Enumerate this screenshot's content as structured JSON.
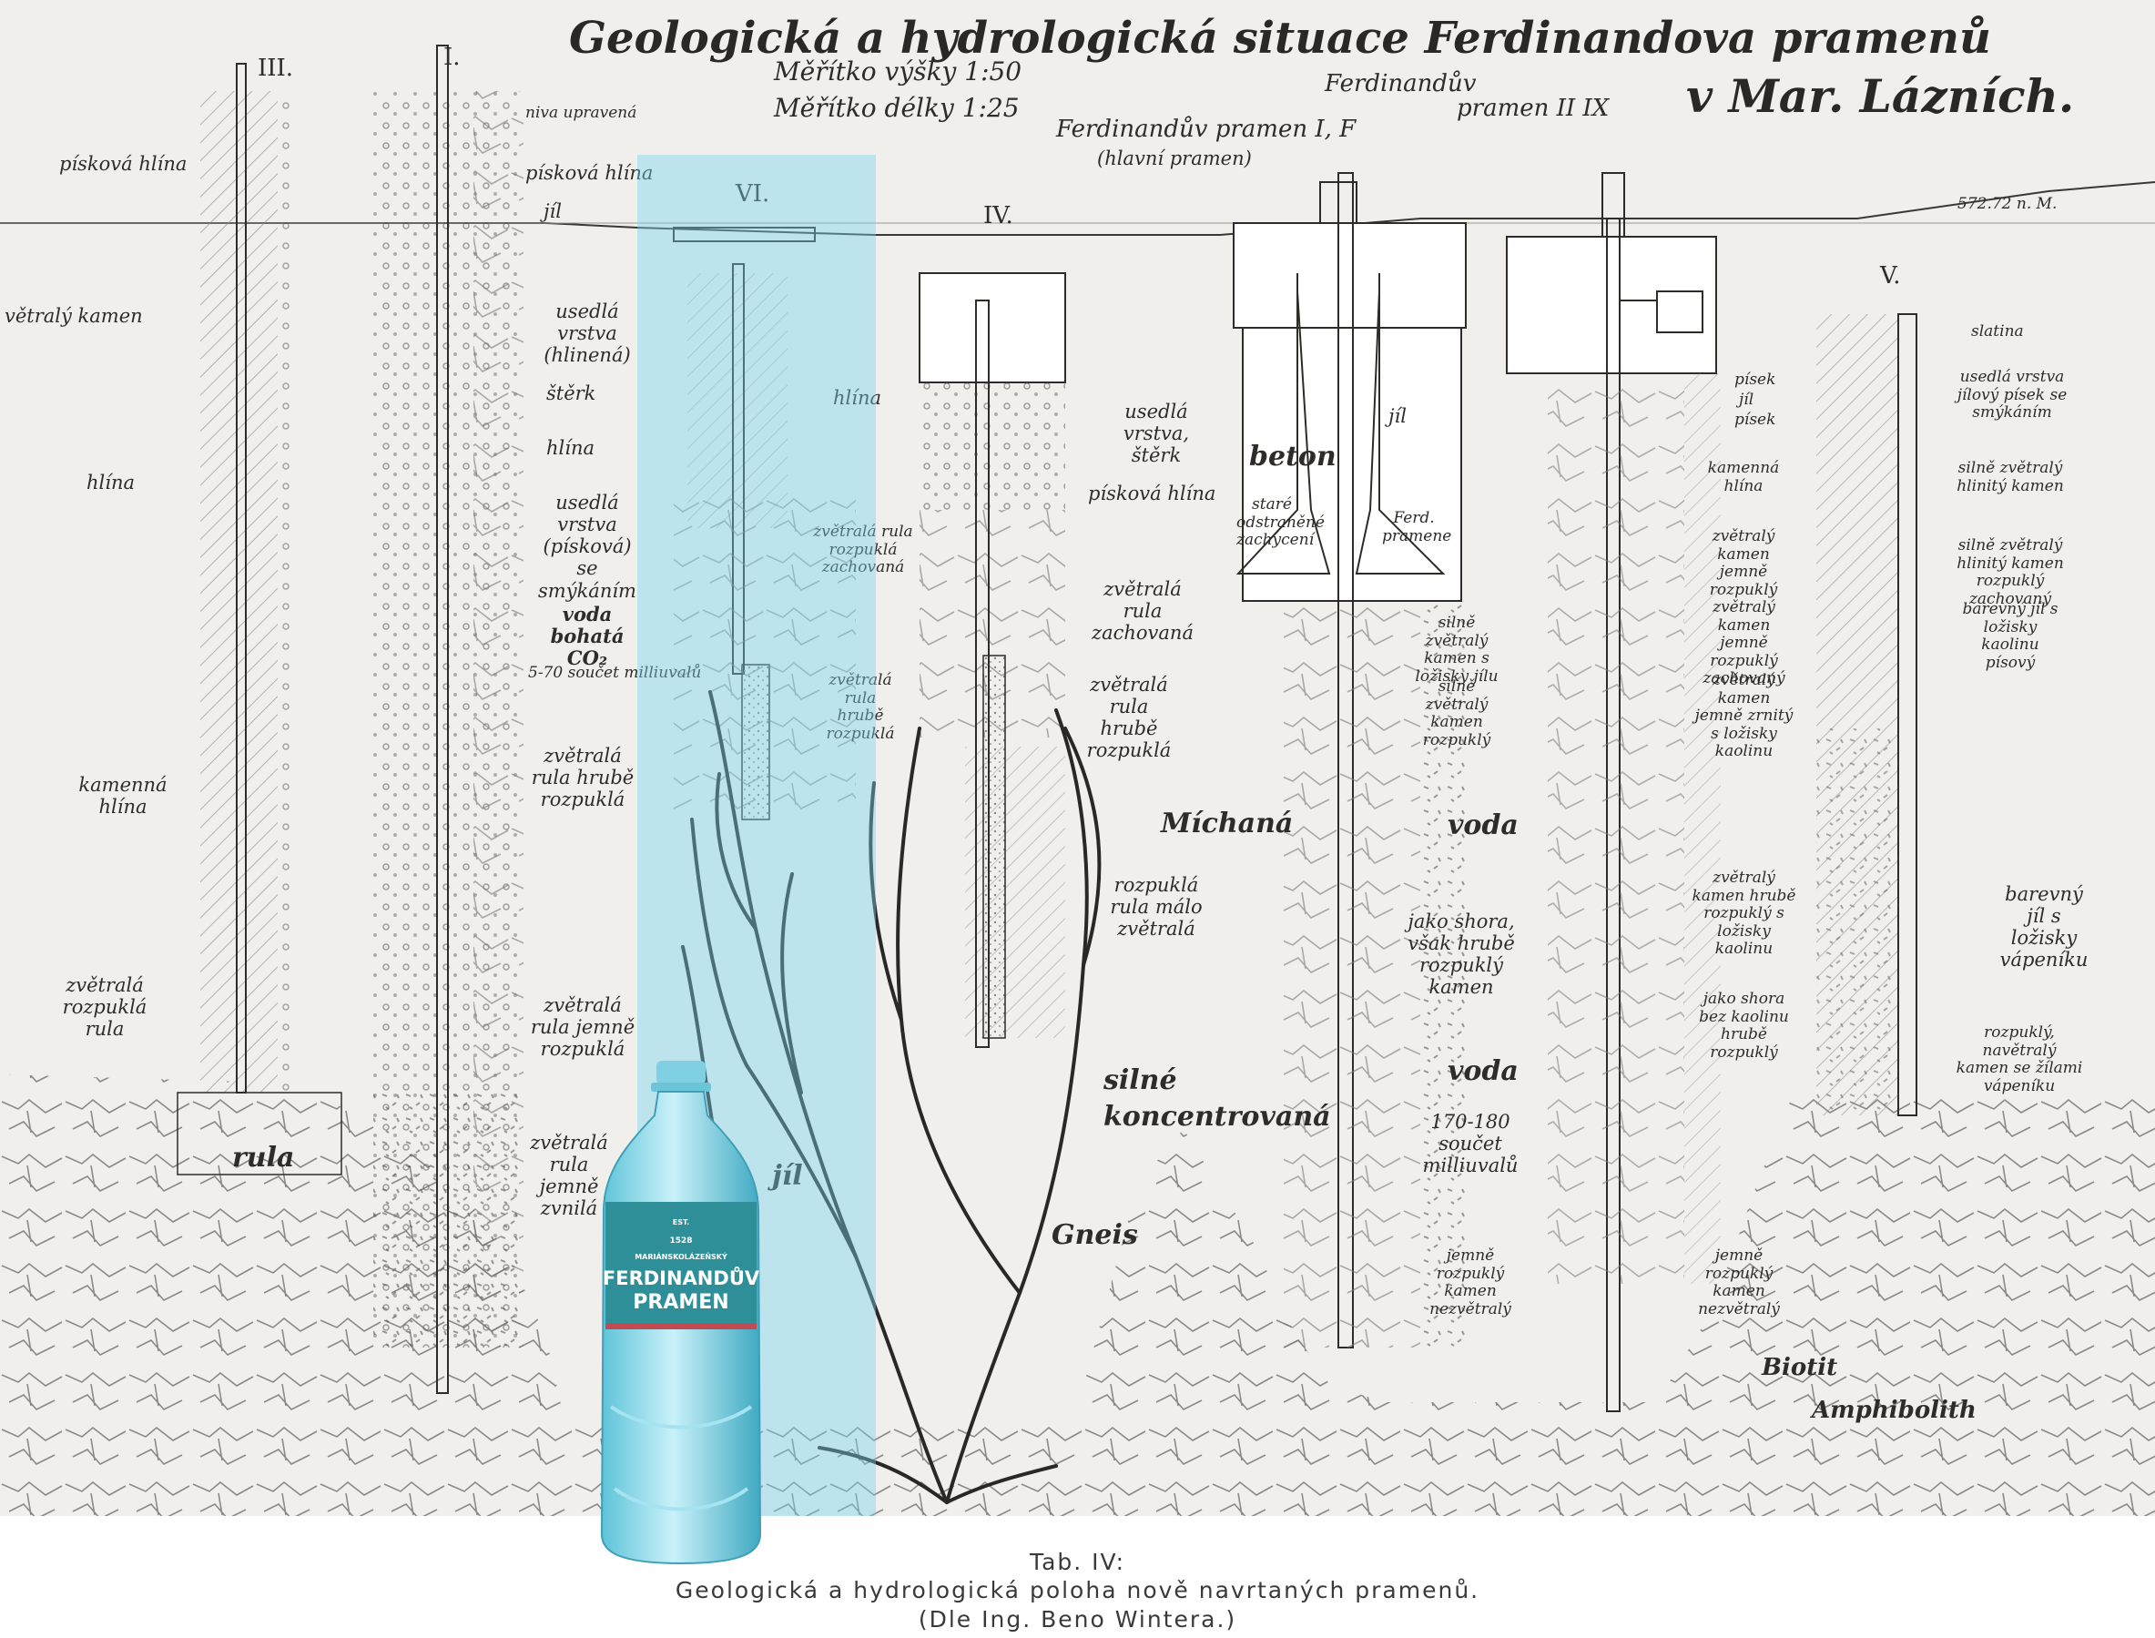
{
  "plate": {
    "title": "Geologická a hydrologická situace Ferdinandova pramenů",
    "place": "v Mar. Lázních.",
    "scale_height": "Měřítko výšky   1:50",
    "scale_length": "Měřítko délky   1:25",
    "spring_I": "Ferdinandův pramen I, F",
    "spring_I_note": "(hlavní pramen)",
    "spring_II_top": "Ferdinandův",
    "spring_II": "pramen II IX",
    "elevation_mark": "572.72 n. M."
  },
  "boreholes": [
    "III.",
    "I.",
    "VI.",
    "IV.",
    "V."
  ],
  "labels": {
    "left_col": [
      "písková hlína",
      "větralý kamen",
      "hlína",
      "kamenná hlína",
      "zvětralá rozpuklá rula",
      "rula"
    ],
    "col_I": [
      "niva upravená",
      "písková hlína",
      "jíl",
      "usedlá vrstva (hlinená)",
      "štěrk",
      "hlína",
      "usedlá vrstva (písková) se smýkáním",
      "voda bohatá CO₂",
      "5-70 součet milliuvalů",
      "zvětralá rula hrubě rozpuklá",
      "zvětralá rula jemně rozpuklá",
      "zvětralá rula jemně zvnilá"
    ],
    "col_VI": [
      "hlína",
      "zvětralá rula rozpuklá zachovaná",
      "zvětralá rula hrubě rozpuklá",
      "jíl"
    ],
    "col_IV": [
      "usedlá vrstva, štěrk",
      "písková hlína",
      "zvětralá rula zachovaná",
      "zvětralá rula hrubě rozpuklá",
      "Míchaná",
      "rozpuklá rula málo zvětralá",
      "silné",
      "koncentrovaná",
      "Gneis"
    ],
    "col_F": [
      "jíl",
      "beton",
      "staré odstraněné zachycení",
      "Ferd. pramene",
      "silně zvětralý kamen s ložisky jílu",
      "silně zvětralý kamen rozpuklý",
      "voda",
      "jako shora, však hrubě rozpuklý kamen",
      "voda",
      "170-180 součet milliuvalů",
      "jemně rozpuklý kamen nezvětralý"
    ],
    "col_IX": [
      "písek",
      "jíl",
      "písek",
      "kamenná hlína",
      "zvětralý kamen jemně rozpuklý",
      "zvětralý kamen jemně rozpuklý zachovaný",
      "zvětralý kamen jemně zrnitý s ložisky kaolinu",
      "zvětralý kamen hrubě rozpuklý s ložisky kaolinu",
      "jako shora bez kaolinu hrubě rozpuklý",
      "jemně rozpuklý kamen nezvětralý",
      "Biotit",
      "Amphibolith"
    ],
    "col_V": [
      "slatina",
      "usedlá vrstva jílový písek se smýkáním",
      "silně zvětralý hlinitý kamen",
      "silně zvětralý hlinitý kamen rozpuklý zachovaný",
      "barevný jíl s ložisky kaolinu písový",
      "barevný jíl s ložisky vápeníku",
      "rozpuklý, navětralý kamen se žílami vápeníku"
    ]
  },
  "bottle": {
    "line1": "MARIÁNSKOLÁZEŇSKÝ",
    "line2": "FERDINANDŮV",
    "line3": "PRAMEN",
    "est": "EST.",
    "year": "1528"
  },
  "caption": {
    "line1": "Tab. IV:",
    "line2": "Geologická  a  hydrologická  poloha  nově  navrtaných  pramenů.",
    "line3": "(Dle Ing. Beno Wintera.)"
  },
  "colors": {
    "paper": "#f0efec",
    "ink": "#2e2c29",
    "highlight": "#78d2eb",
    "label_band": "#2f8f99"
  }
}
